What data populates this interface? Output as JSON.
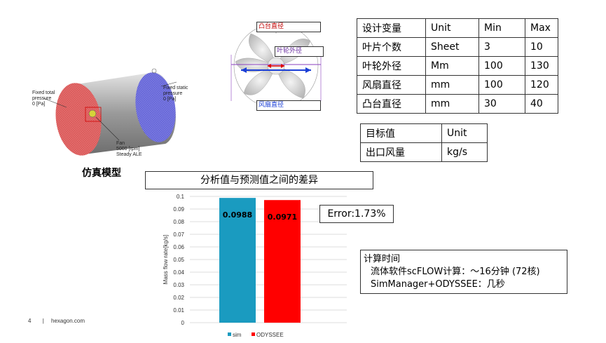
{
  "sim_model": {
    "title": "仿真模型",
    "inlet_label": [
      "Fixed total",
      "pressure",
      "0 [Pa]"
    ],
    "outlet_label": [
      "Fixed static",
      "pressure",
      "0 [Pa]"
    ],
    "fan_label": [
      "Fan",
      "5000 [rpm]",
      "Steady ALE"
    ]
  },
  "fan_diagram": {
    "boss_label": "凸台直径",
    "impeller_label": "叶轮外径",
    "fan_label": "风扇直径"
  },
  "design_table": {
    "header": [
      "设计变量",
      "Unit",
      "Min",
      "Max"
    ],
    "rows": [
      [
        "叶片个数",
        "Sheet",
        "3",
        "10"
      ],
      [
        "叶轮外径",
        "Mm",
        "100",
        "130"
      ],
      [
        "风扇直径",
        "mm",
        "100",
        "120"
      ],
      [
        "凸台直径",
        "mm",
        "30",
        "40"
      ]
    ]
  },
  "target_table": {
    "header": [
      "目标值",
      "Unit"
    ],
    "rows": [
      [
        "出口风量",
        "kg/s"
      ]
    ]
  },
  "chart_title": "分析值与预测值之间的差异",
  "error_text": "Error:1.73%",
  "time_box": {
    "title": "计算时间",
    "line1": "流体软件scFLOW计算：～16分钟 (72核)",
    "line2": "SimManager+ODYSSEE：几秒"
  },
  "footer": {
    "page": "4",
    "separator": "|",
    "brand": "hexagon.com"
  },
  "chart_data": {
    "type": "bar",
    "categories": [
      ""
    ],
    "series": [
      {
        "name": "sim",
        "values": [
          0.0988
        ],
        "color": "#1a9bc0"
      },
      {
        "name": "ODYSSEE",
        "values": [
          0.0971
        ],
        "color": "#ff0000"
      }
    ],
    "data_labels": [
      "0.0988",
      "0.0971"
    ],
    "ylabel": "Mass flow rate[kg/s]",
    "ylim": [
      0,
      0.1
    ],
    "yticks": [
      "0",
      "0.01",
      "0.02",
      "0.03",
      "0.04",
      "0.05",
      "0.06",
      "0.07",
      "0.08",
      "0.09",
      "0.1"
    ],
    "grid": true,
    "legend": "bottom"
  }
}
